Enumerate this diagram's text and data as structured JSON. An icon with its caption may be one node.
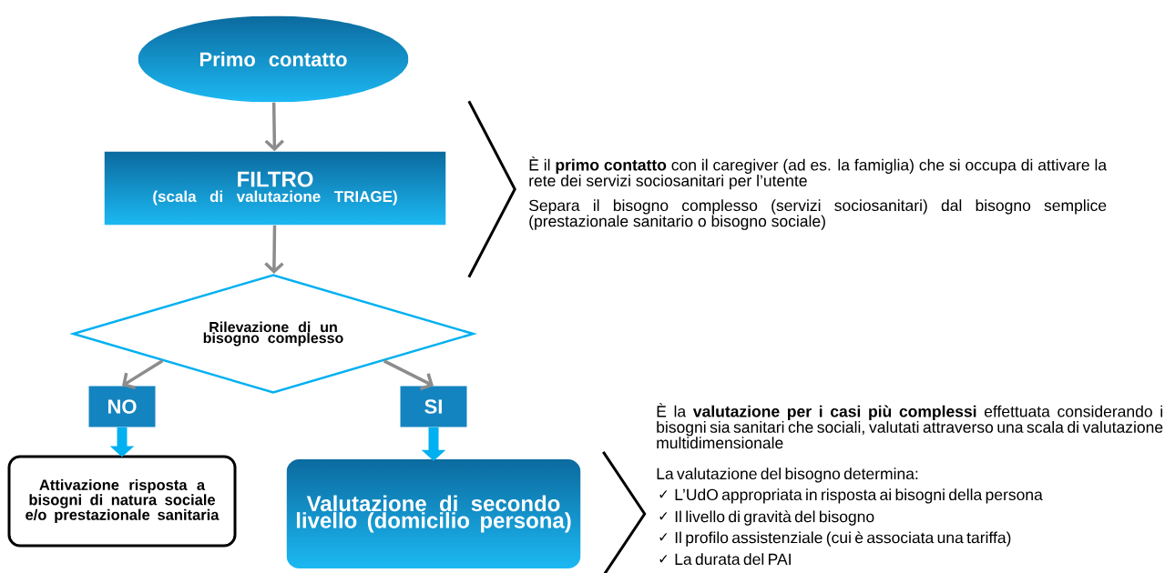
{
  "diagram": {
    "nodes": [
      {
        "text": [
          "Primo contatto"
        ]
      },
      {
        "text": [
          "FILTRO",
          "(scala di valutazione TRIAGE)"
        ]
      },
      {
        "text": [
          "Rilevazione di un bisogno complesso"
        ]
      },
      {
        "text": [
          "NO"
        ]
      },
      {
        "text": [
          "SI"
        ]
      },
      {
        "text": [
          "Attivazione risposta a bisogni di natura sociale e/o prestazionale sanitaria"
        ]
      },
      {
        "text": [
          "Valutazione di secondo livello (domicilio persona)"
        ]
      },
      {
        "text": [],
        "shape": "triangle",
        "beside": [
          "È il **primo contatto** con il caregiver (ad es. la famiglia) che si occupa di attivare la rete dei servizi sociosanitari per l’utente",
          "Separa il bisogno complesso (servizi sociosanitari) dal bisogno semplice (prestazionale sanitario o bisogno sociale)"
        ]
      },
      {
        "text": [],
        "shape": "triangle",
        "beside": [
          "È la **valutazione per i casi più complessi** effettuata considerando i bisogni sia sanitari che sociali, valutati attraverso una scala di valutazione multidimensionale",
          "La valutazione del bisogno determina:",
          "L’UdO appropriata in risposta ai bisogni della persona",
          "Il livello di gravità del bisogno",
          "Il profilo assistenziale (cui è associata una tariffa)",
          "La durata del PAI"
        ]
      }
    ],
    "edges": [
      {
        "from": 0,
        "to": 1,
        "arrow": "to"
      },
      {
        "from": 1,
        "to": 2,
        "arrow": "to"
      },
      {
        "from": 2,
        "to": 3,
        "arrow": "to"
      },
      {
        "from": 2,
        "to": 4,
        "arrow": "to"
      },
      {
        "from": 3,
        "to": 5,
        "arrow": "to",
        "style": "thick",
        "color": "#00b0f0"
      },
      {
        "from": 4,
        "to": 6,
        "arrow": "to",
        "style": "thick",
        "color": "#00b0f0"
      }
    ],
    "labels": [
      "✓",
      "✓",
      "✓",
      "✓"
    ]
  }
}
